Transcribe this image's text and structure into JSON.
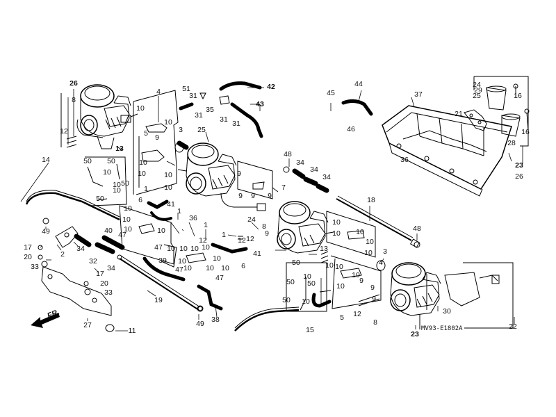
{
  "drawing_code": "MV93-E1802A",
  "direction_label": "FR.",
  "callouts": [
    "1",
    "2",
    "3",
    "4",
    "5",
    "6",
    "7",
    "8",
    "9",
    "10",
    "11",
    "12",
    "13",
    "14",
    "15",
    "16",
    "17",
    "18",
    "19",
    "20",
    "21",
    "22",
    "23",
    "24",
    "25",
    "26",
    "27",
    "28",
    "29",
    "30",
    "31",
    "32",
    "33",
    "34",
    "35",
    "36",
    "37",
    "38",
    "39",
    "40",
    "41",
    "42",
    "43",
    "44",
    "45",
    "46",
    "47",
    "48",
    "49",
    "50",
    "51"
  ],
  "part_icons": [
    "carburetor-1",
    "carburetor-2",
    "carburetor-3",
    "carburetor-4",
    "air-chamber",
    "funnel-pair",
    "throttle-linkage-shaft",
    "fuel-pipe",
    "drain-tube",
    "clamp-bracket"
  ]
}
